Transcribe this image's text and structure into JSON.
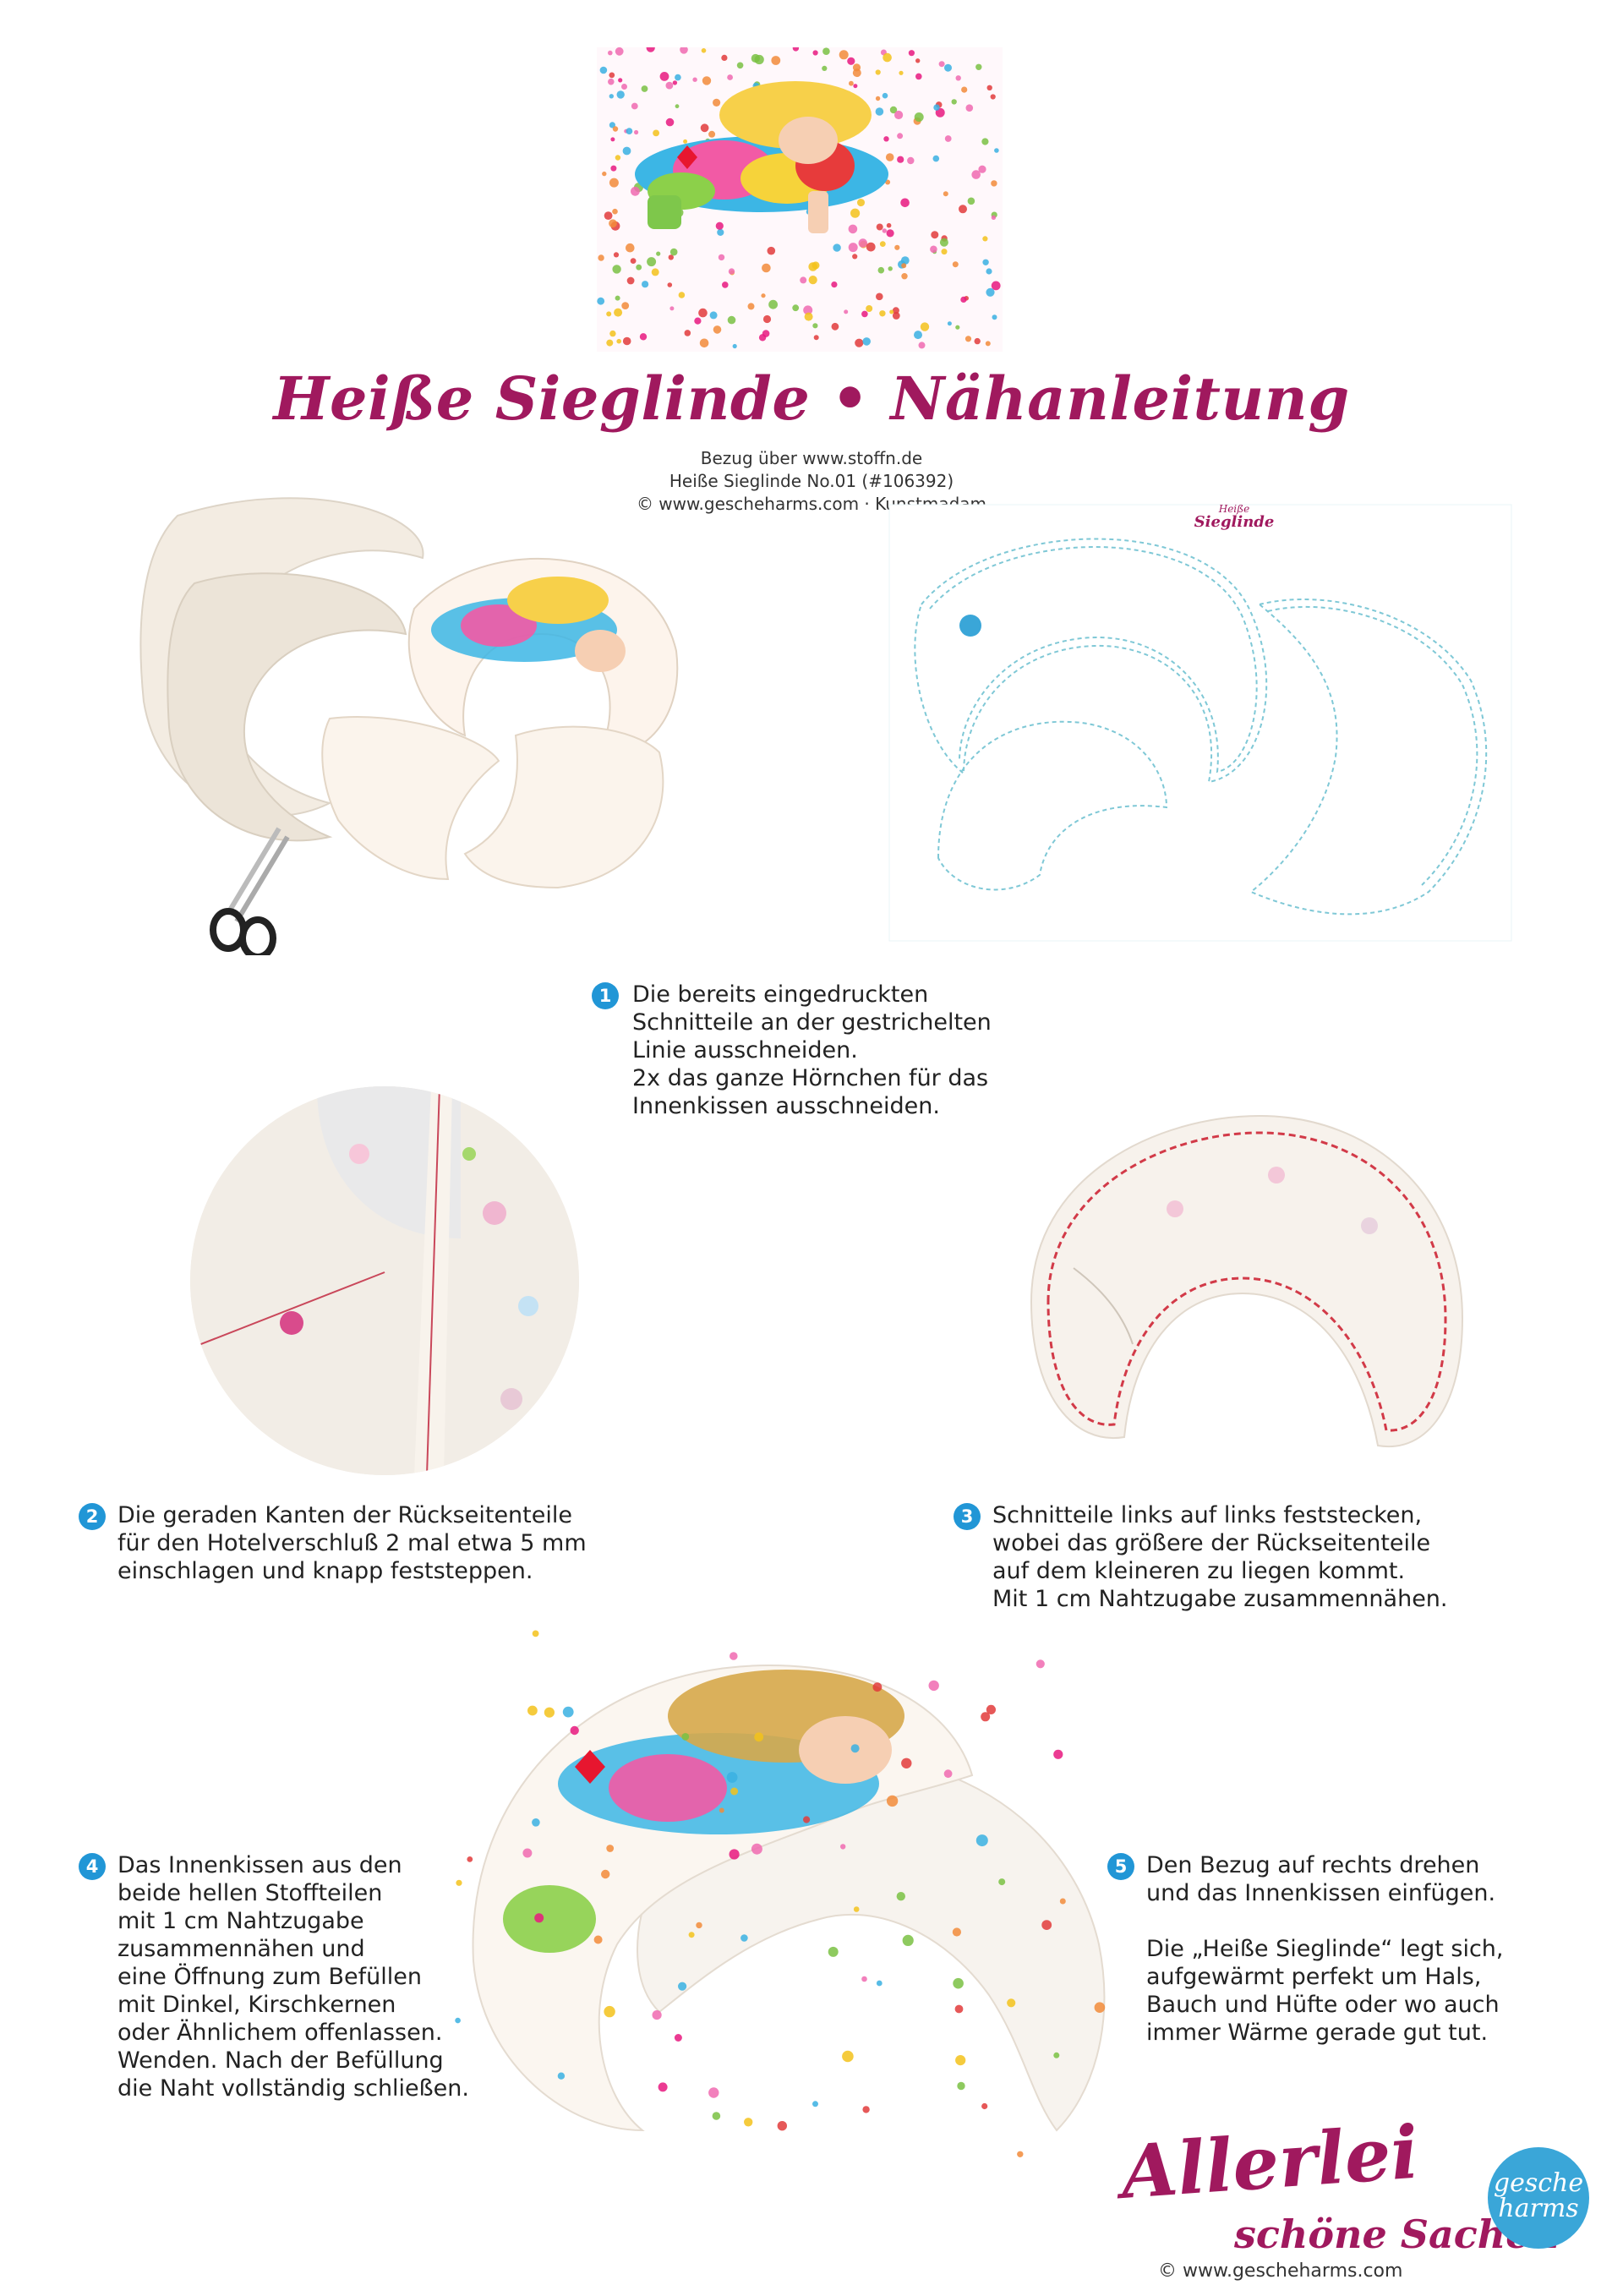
{
  "header": {
    "title": "Heiße Sieglinde • Nähanleitung",
    "source_lines": [
      "Bezug über www.stoffn.de",
      "Heiße Sieglinde No.01 (#106392)",
      "© www.gescheharms.com · Kunstmadam"
    ]
  },
  "pattern_sheet": {
    "logo_top": "Heiße",
    "logo_main": "Sieglinde"
  },
  "steps": [
    {
      "number": "1",
      "lines": [
        "Die bereits eingedruckten",
        "Schnitteile an der gestrichelten",
        "Linie ausschneiden.",
        "2x das ganze Hörnchen für das",
        "Innenkissen ausschneiden."
      ]
    },
    {
      "number": "2",
      "lines": [
        "Die geraden Kanten der Rückseitenteile",
        "für den Hotelverschluß 2 mal etwa 5 mm",
        "einschlagen und knapp feststeppen."
      ]
    },
    {
      "number": "3",
      "lines": [
        "Schnitteile links auf links feststecken,",
        "wobei das größere der Rückseitenteile",
        "auf dem kleineren zu liegen kommt.",
        "Mit 1 cm Nahtzugabe zusammennähen."
      ]
    },
    {
      "number": "4",
      "lines": [
        "Das Innenkissen aus den",
        "beide hellen Stoffteilen",
        "mit 1 cm Nahtzugabe",
        "zusammennähen und",
        "eine Öffnung zum Befüllen",
        "mit Dinkel, Kirschkernen",
        "oder Ähnlichem offenlassen.",
        "Wenden. Nach der Befüllung",
        "die Naht vollständig schließen."
      ]
    },
    {
      "number": "5",
      "lines": [
        "Den Bezug auf rechts drehen",
        "und das Innenkissen einfügen.",
        "",
        "Die „Heiße Sieglinde“ legt sich,",
        "aufgewärmt perfekt um Hals,",
        "Bauch und Hüfte oder wo auch",
        "immer Wärme gerade gut tut."
      ]
    }
  ],
  "footer": {
    "brand_main": "Allerlei",
    "brand_sub": "schöne Sachen",
    "badge_line1": "gesche",
    "badge_line2": "harms",
    "url": "© www.gescheharms.com"
  },
  "colors": {
    "brand": "#a0195e",
    "step_badge": "#2196d6",
    "pattern_line": "#7fc8d6"
  }
}
